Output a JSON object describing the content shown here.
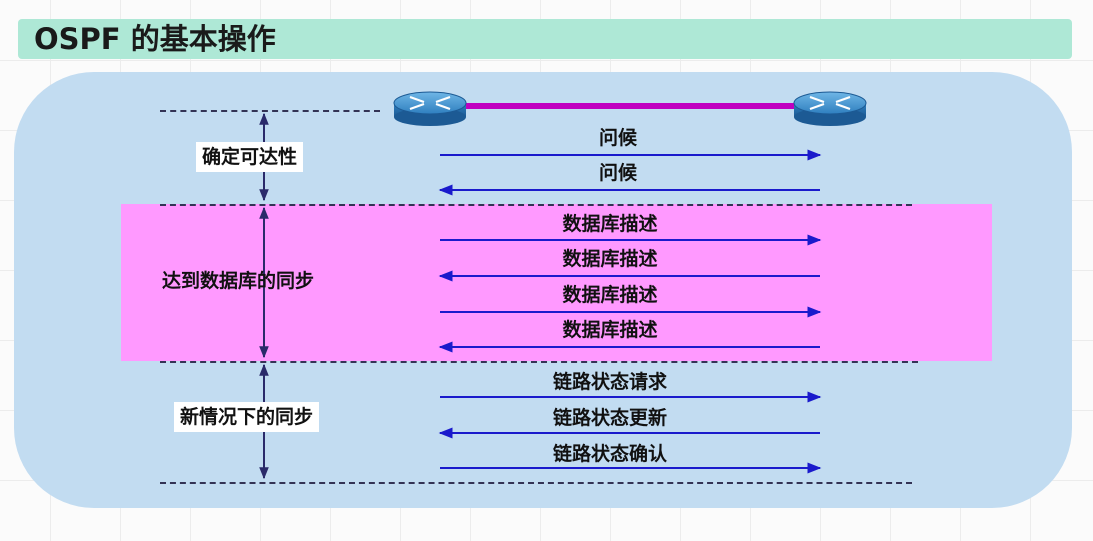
{
  "title": "OSPF 的基本操作",
  "phases": [
    {
      "label": "确定可达性"
    },
    {
      "label": "达到数据库的同步"
    },
    {
      "label": "新情况下的同步"
    }
  ],
  "messages": [
    {
      "label": "问候",
      "direction": "right"
    },
    {
      "label": "问候",
      "direction": "left"
    },
    {
      "label": "数据库描述",
      "direction": "right"
    },
    {
      "label": "数据库描述",
      "direction": "left"
    },
    {
      "label": "数据库描述",
      "direction": "right"
    },
    {
      "label": "数据库描述",
      "direction": "left"
    },
    {
      "label": "链路状态请求",
      "direction": "right"
    },
    {
      "label": "链路状态更新",
      "direction": "left"
    },
    {
      "label": "链路状态确认",
      "direction": "right"
    }
  ],
  "colors": {
    "title_bar": "#aee8d6",
    "panel": "#c2dcf1",
    "sync_band": "#ff99ff",
    "arrow": "#1a1acc",
    "link": "#c000c0",
    "router": "#3a8ec8"
  },
  "icons": [
    "router-icon",
    "router-icon"
  ]
}
